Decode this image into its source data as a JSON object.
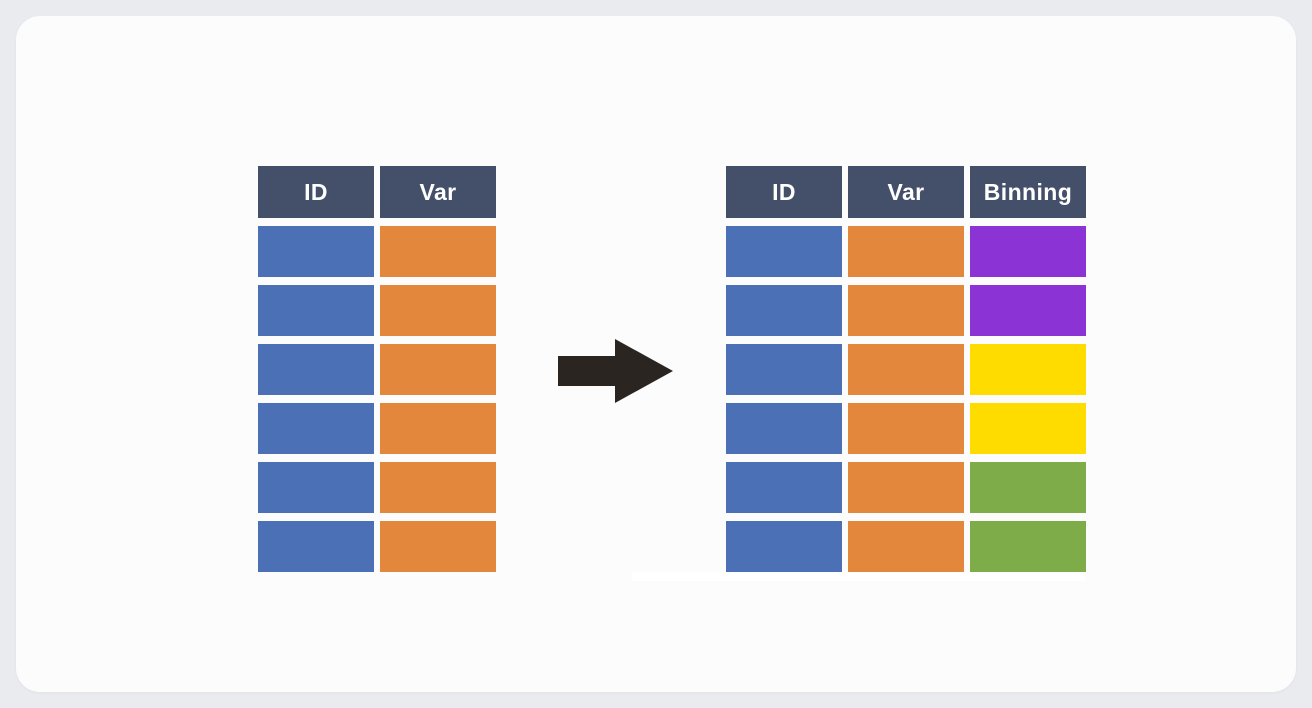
{
  "page": {
    "background": "#E9EBEF",
    "card_background": "#FCFCFD"
  },
  "colors": {
    "header": "#44506A",
    "header_text": "#FFFFFF",
    "blue": "#4C70B6",
    "orange": "#E2873B",
    "purple": "#8C33D6",
    "yellow": "#FFDC00",
    "green": "#7DAC48",
    "arrow": "#2B2522",
    "gutter": "#FFFFFF"
  },
  "diagram": {
    "description_roles": {
      "left_table_role": "input-table",
      "right_table_role": "output-table",
      "arrow_role": "transform-arrow"
    },
    "tables": [
      {
        "id": "left-table",
        "name": "input-table",
        "row_count": 6,
        "columns": [
          {
            "header": "ID",
            "cells": [
              "blue",
              "blue",
              "blue",
              "blue",
              "blue",
              "blue"
            ]
          },
          {
            "header": "Var",
            "cells": [
              "orange",
              "orange",
              "orange",
              "orange",
              "orange",
              "orange"
            ]
          }
        ]
      },
      {
        "id": "right-table",
        "name": "output-table",
        "row_count": 6,
        "columns": [
          {
            "header": "ID",
            "cells": [
              "blue",
              "blue",
              "blue",
              "blue",
              "blue",
              "blue"
            ]
          },
          {
            "header": "Var",
            "cells": [
              "orange",
              "orange",
              "orange",
              "orange",
              "orange",
              "orange"
            ]
          },
          {
            "header": "Binning",
            "cells": [
              "purple",
              "purple",
              "yellow",
              "yellow",
              "green",
              "green"
            ]
          }
        ]
      }
    ],
    "arrow": {
      "direction": "right"
    }
  }
}
